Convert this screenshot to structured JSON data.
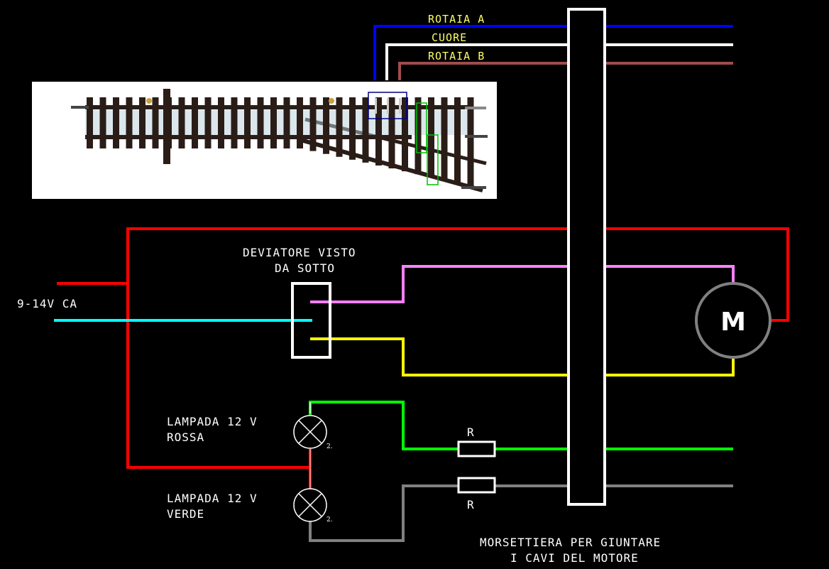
{
  "diagram": {
    "title": "Schema collegamento motore deviatoio",
    "colors": {
      "background": "#000000",
      "rotaia_a": "#0000ff",
      "cuore": "#ffffff",
      "rotaia_b": "#a04c4c",
      "power_red": "#ff0000",
      "power_cyan": "#00ffff",
      "pink": "#ff80ff",
      "yellow": "#ffff00",
      "green": "#00ff00",
      "gray": "#808080",
      "label_yellow": "#ffff66",
      "label_white": "#ffffff"
    },
    "labels": {
      "rotaia_a": "ROTAIA A",
      "cuore": "CUORE",
      "rotaia_b": "ROTAIA B",
      "supply": "9-14V CA",
      "switch_line1": "DEVIATORE VISTO",
      "switch_line2": "DA SOTTO",
      "lamp_red_line1": "LAMPADA 12 V",
      "lamp_red_line2": "ROSSA",
      "lamp_green_line1": "LAMPADA 12 V",
      "lamp_green_line2": "VERDE",
      "resistor_top": "R",
      "resistor_bottom": "R",
      "motor": "M",
      "lamp_mark": "2.",
      "terminal_line1": "MORSETTIERA PER GIUNTARE",
      "terminal_line2": "I CAVI DEL MOTORE"
    },
    "components": [
      {
        "id": "track-photo",
        "type": "image",
        "description": "turnout track photo with highlighted contacts"
      },
      {
        "id": "terminal-block",
        "type": "terminal-block"
      },
      {
        "id": "switch",
        "type": "switch"
      },
      {
        "id": "motor",
        "type": "motor"
      },
      {
        "id": "lamp-red",
        "type": "lamp"
      },
      {
        "id": "lamp-green",
        "type": "lamp"
      },
      {
        "id": "resistor-top",
        "type": "resistor"
      },
      {
        "id": "resistor-bottom",
        "type": "resistor"
      }
    ]
  }
}
